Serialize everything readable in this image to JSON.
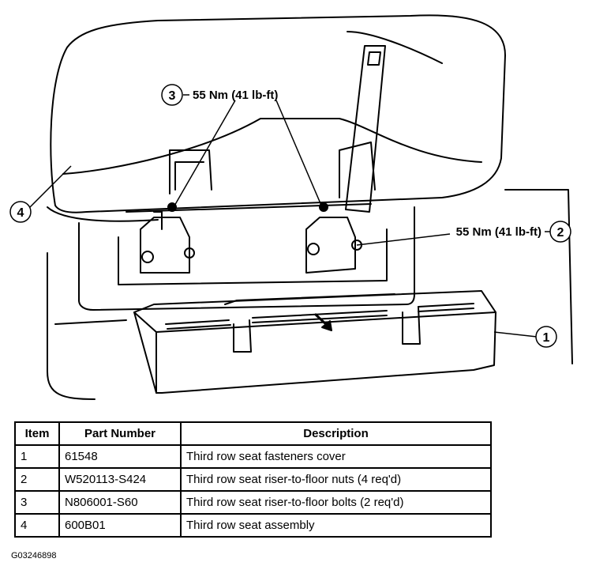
{
  "callouts": {
    "c3": {
      "number": "3",
      "text": "55 Nm (41 lb-ft)"
    },
    "c2": {
      "number": "2",
      "text": "55 Nm (41 lb-ft)"
    },
    "c4": {
      "number": "4"
    },
    "c1": {
      "number": "1"
    }
  },
  "table": {
    "headers": [
      "Item",
      "Part Number",
      "Description"
    ],
    "rows": [
      {
        "item": "1",
        "part_number": "61548",
        "description": "Third row seat fasteners cover"
      },
      {
        "item": "2",
        "part_number": "W520113-S424",
        "description": "Third row seat riser-to-floor nuts (4 req'd)"
      },
      {
        "item": "3",
        "part_number": "N806001-S60",
        "description": "Third row seat riser-to-floor bolts (2 req'd)"
      },
      {
        "item": "4",
        "part_number": "600B01",
        "description": "Third row seat assembly"
      }
    ]
  },
  "figure_id": "G03246898"
}
